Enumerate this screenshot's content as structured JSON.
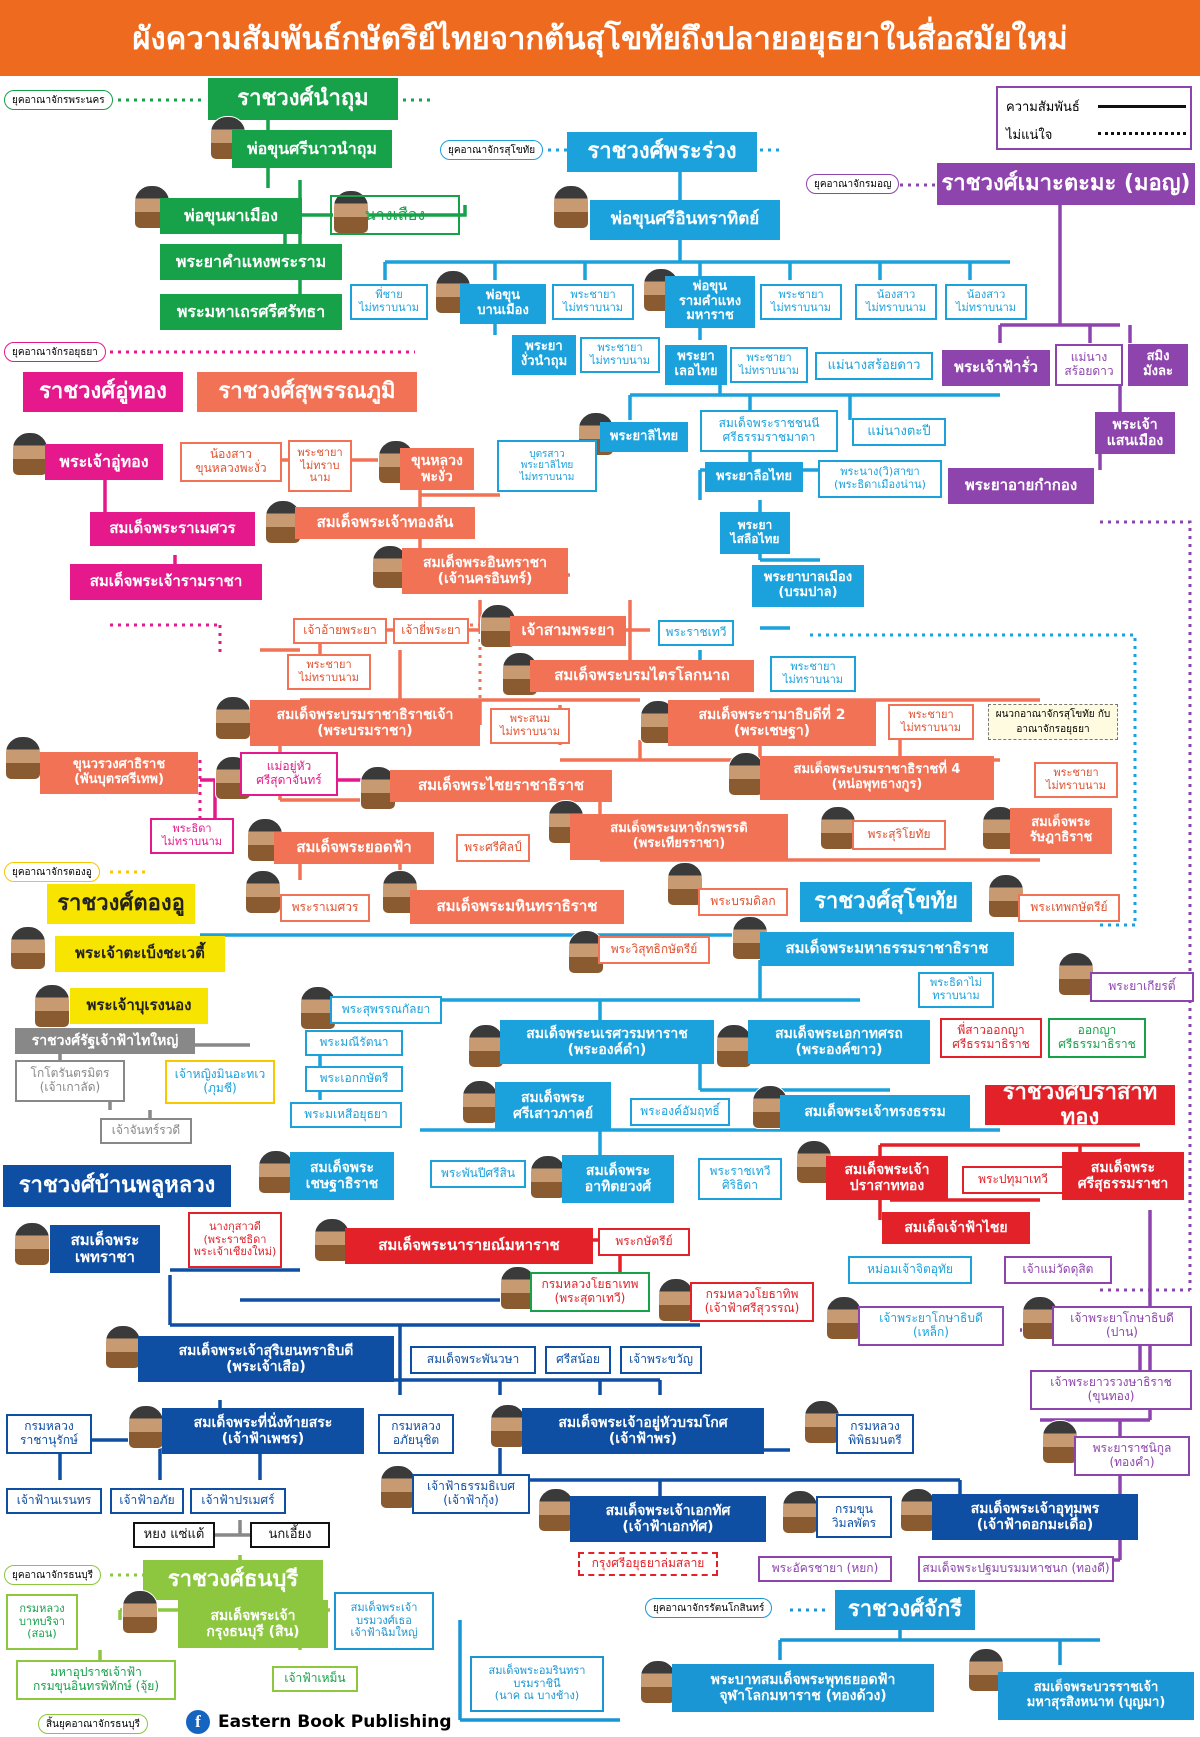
{
  "title": "ผังความสัมพันธ์กษัตริย์ไทยจากต้นสุโขทัยถึงปลายอยุธยาในสื่อสมัยใหม่",
  "legend": {
    "relation_label": "ความสัมพันธ์",
    "uncertain_label": "ไม่แน่ใจ"
  },
  "publisher": "Eastern Book Publishing",
  "publisher_icon": "facebook-icon",
  "colors": {
    "title_bg": "#ee6a1e",
    "naonamthom": "#17a24a",
    "phraruang": "#1ba1dc",
    "mon": "#8e44ad",
    "uthong": "#e6198c",
    "suphannaphum": "#f27255",
    "sukhothai": "#1ba1dc",
    "taungoo": "#f7e400",
    "prasatthong": "#e32129",
    "banphlu": "#0e4fa3",
    "thonburi": "#8dc63f",
    "chakri": "#1a96d4",
    "relative": "#888888"
  },
  "eras": {
    "phranakhon": "ยุคอาณาจักรพระนคร",
    "sukhothai": "ยุคอาณาจักรสุโขทัย",
    "mon": "ยุคอาณาจักรมอญ",
    "ayutthaya": "ยุคอาณาจักรอยุธยา",
    "taungoo": "ยุคอาณาจักรตองอู",
    "thonburi": "ยุคอาณาจักรธนบุรี",
    "rattanakosin": "ยุคอาณาจักรรัตนโกสินทร์",
    "thonburi_end": "สิ้นยุคอาณาจักรธนบุรี"
  },
  "dynasties": {
    "naonamthom": "ราชวงศ์นำถุม",
    "phraruang": "ราชวงศ์พระร่วง",
    "mon": "ราชวงศ์เมาะตะมะ (มอญ)",
    "uthong": "ราชวงศ์อู่ทอง",
    "suphannaphum": "ราชวงศ์สุพรรณภูมิ",
    "taungoo": "ราชวงศ์ตองอู",
    "sukhothai": "ราชวงศ์สุโขทัย",
    "chiang_mai": "ราชวงศ์รัฐเจ้าฟ้าไทใหญ่",
    "prasatthong": "ราชวงศ์ปราสาททอง",
    "banphlu": "ราชวงศ์บ้านพลูหลวง",
    "thonburi": "ราชวงศ์ธนบุรี",
    "chakri": "ราชวงศ์จักรี"
  },
  "people": {
    "pho_khun_si_nao": "พ่อขุนศรีนาวนำถุม",
    "pho_khun_pha_mueang": "พ่อขุนผาเมือง",
    "nang_sueang": "นางเสือง",
    "phaya_kham_haeng": "พระยาคำแหงพระราม",
    "phra_maha_thera": "พระมหาเถรศรีศรัทธา",
    "pho_khun_si_inthrathit": "พ่อขุนศรีอินทราทิตย์",
    "phi_chai": "พี่ชาย\nไม่ทราบนาม",
    "pho_khun_ban_mueang": "พ่อขุน\nบานเมือง",
    "phra_chaya_1": "พระชายา\nไม่ทราบนาม",
    "pho_khun_ramkhamhaeng": "พ่อขุน\nรามคำแหง\nมหาราช",
    "phra_chaya_2": "พระชายา\nไม่ทราบนาม",
    "nong_sao_1": "น้องสาว\nไม่ทราบนาม",
    "nong_sao_2": "น้องสาว\nไม่ทราบนาม",
    "phaya_ngua_nam_thum": "พระยา\nงั่วนำถุม",
    "phra_chaya_3": "พระชายา\nไม่ทราบนาม",
    "phaya_loethai": "พระยา\nเลอไทย",
    "phra_chaya_4": "พระชายา\nไม่ทราบนาม",
    "mae_nang_soi_dao": "แม่นางสร้อยดาว",
    "phra_chao_fa_rua": "พระเจ้าฟ้ารั่ว",
    "mae_nang_soi_dao_2": "แม่นาง\nสร้อยดาว",
    "saming_mang_la": "สมิง\nมังละ",
    "phra_chao_saen_mueang": "พระเจ้า\nแสนเมือง",
    "phraya_lithai": "พระยาลิไทย",
    "somdet_si_thamma": "สมเด็จพระราชชนนี\nศรีธรรมราชมาดา",
    "mae_nang_tapi": "แม่นางตะปี",
    "phraya_lue_thai": "พระยาลือไทย",
    "phra_nang_sakha": "พระนาง(วิ)สาขา\n(พระธิดาเมืองน่าน)",
    "phraya_ai_kamkong": "พระยาอายกำกอง",
    "phraya_sai_lue_thai": "พระยา\nไสลือไทย",
    "phraya_ban_mueang": "พระยาบาลเมือง\n(บรมปาล)",
    "phra_chao_uthong": "พระเจ้าอู่ทอง",
    "somdet_ramesuan": "สมเด็จพระราเมศวร",
    "somdet_ramracha": "สมเด็จพระเจ้ารามราชา",
    "nong_sao_khun_luang": "น้องสาว\nขุนหลวงพะงั่ว",
    "phra_chaya_5": "พระชายา\nไม่ทราบ\nนาม",
    "khun_luang_pha_ngua": "ขุนหลวง\nพะงั่ว",
    "but_sao_lithai": "บุตรสาว\nพระยาลิไทย\nไม่ทราบนาม",
    "somdet_thong_lan": "สมเด็จพระเจ้าทองลัน",
    "somdet_intharacha": "สมเด็จพระอินทราชา\n(เจ้านครอินทร์)",
    "chao_ai_phraya": "เจ้าอ้ายพระยา",
    "chao_yi_phraya": "เจ้ายี่พระยา",
    "chao_sam_phraya": "เจ้าสามพระยา",
    "phra_ratchathewi": "พระราชเทวี",
    "phra_chaya_6": "พระชายา\nไม่ทราบนาม",
    "somdet_trailokanat": "สมเด็จพระบรมไตรโลกนาถ",
    "phra_chaya_7": "พระชายา\nไม่ทราบนาม",
    "somdet_borommaracha_3": "สมเด็จพระบรมราชาธิราชเจ้า\n(พระบรมราชา)",
    "phra_sanom": "พระสนม\nไม่ทราบนาม",
    "somdet_ramathibodi_2": "สมเด็จพระรามาธิบดีที่ 2\n(พระเชษฐา)",
    "phra_chaya_8": "พระชายา\nไม่ทราบนาม",
    "note_merge": "ผนวกอาณาจักรสุโขทัย\nกับอาณาจักรอยุธยา",
    "khun_worawongsa": "ขุนวรวงศาธิราช\n(พันบุตรศรีเทพ)",
    "mae_yua_sri_sudachan": "แม่อยู่หัว\nศรีสุดาจันทร์",
    "somdet_chairacha": "สมเด็จพระไชยราชาธิราช",
    "somdet_borommaracha_4": "สมเด็จพระบรมราชาธิราชที่ 4\n(หน่อพุทธางกูร)",
    "phra_chaya_9": "พระชายา\nไม่ทราบนาม",
    "somdet_ratsada": "สมเด็จพระ\nรัษฎาธิราช",
    "phra_thida": "พระธิดา\nไม่ทราบนาม",
    "somdet_yot_fa": "สมเด็จพระยอดฟ้า",
    "phra_si_sin": "พระศรีศิลป์",
    "somdet_chakkraphat": "สมเด็จพระมหาจักรพรรดิ\n(พระเทียรราชา)",
    "phra_suriyothai": "พระสุริโยทัย",
    "phra_ramesuan": "พระราเมศวร",
    "somdet_mahinthrathirat": "สมเด็จพระมหินทราธิราช",
    "phra_borom_dilok": "พระบรมดิลก",
    "phra_thep_kasattri": "พระเทพกษัตรีย์",
    "phra_wisut_kasattri": "พระวิสุทธิกษัตรีย์",
    "somdet_maha_thammaracha": "สมเด็จพระมหาธรรมราชาธิราช",
    "phra_chao_bayinnaung_1": "พระเจ้าตะเบ็งชะเวตี้",
    "phra_chao_bayinnaung": "พระเจ้าบุเรงนอง",
    "phra_suphankanlaya": "พระสุพรรณกัลยา",
    "phra_thida_2": "พระธิดาไม่\nทราบนาม",
    "phraya_kiat": "พระยาเกียรติ์",
    "phra_mani_rattana": "พระมณีรัตนา",
    "phra_ek_kasattri": "พระเอกกษัตรี",
    "phra_mahesi": "พระมเหสีอยุธยา",
    "somdet_naresuan": "สมเด็จพระนเรศวรมหาราช\n(พระองค์ดำ)",
    "somdet_ekathotsarot": "สมเด็จพระเอกาทศรถ\n(พระองค์ขาว)",
    "phi_sao_okya": "พี่สาวออกญา\nศรีธรรมาธิราช",
    "okya_si_thamma": "ออกญา\nศรีธรรมาธิราช",
    "khotorn_tamit": "โกโตรันตรมิตร\n(เจ้าเกาลัด)",
    "chao_ying_min": "เจ้าหญิงมินอะทเว\n(ภุมชี)",
    "chao_chan_ruadi": "เจ้าจันทร์รวดี",
    "somdet_si_saowaphak": "สมเด็จพระ\nศรีเสาวภาคย์",
    "phra_ong_kham": "พระองค์อัมฤทธิ์",
    "somdet_song_tham": "สมเด็จพระเจ้าทรงธรรม",
    "somdet_chettha": "สมเด็จพระ\nเชษฐาธิราช",
    "phra_phan_pi_si_sin": "พระพันปีศรีสิน",
    "somdet_athittayawong": "สมเด็จพระ\nอาทิตยวงศ์",
    "phra_ratchathewi_2": "พระราชเทวี\nศิริธิดา",
    "somdet_prasat_thong": "สมเด็จพระเจ้า\nปราสาททอง",
    "phra_pathumma": "พระปทุมาเทวี",
    "somdet_si_suthamma": "สมเด็จพระ\nศรีสุธรรมราชา",
    "somdet_chao_fa_chai": "สมเด็จเจ้าฟ้าไชย",
    "somdet_phetracha": "สมเด็จพระ\nเพทราชา",
    "nang_kusawadi": "นางกุสาวดี\n(พระราชธิดา\nพระเจ้าเชียงใหม่)",
    "somdet_narai": "สมเด็จพระนารายณ์มหาราช",
    "phra_kasattri": "พระกษัตรีย์",
    "krom_luang_yothathep": "กรมหลวงโยธาเทพ\n(พระสุดาเทวี)",
    "krom_luang_yothathip": "กรมหลวงโยธาทิพ\n(เจ้าฟ้าศรีสุวรรณ)",
    "mom_chao_chit": "หม่อมเจ้าจิตอุทัย",
    "chao_mae_wat": "เจ้าแม่วัดดุสิต",
    "chaophraya_kosa_lek": "เจ้าพระยาโกษาธิบดี\n(เหล็ก)",
    "chaophraya_kosa_pan": "เจ้าพระยาโกษาธิบดี\n(ปาน)",
    "somdet_suriyenthrathibodi": "สมเด็จพระเจ้าสุริเยนทราธิบดี\n(พระเจ้าเสือ)",
    "somdet_phanwasa": "สมเด็จพระพันวษา",
    "si_noi": "ศรีสน้อย",
    "chao_phra_khwan": "เจ้าพระขวัญ",
    "chaophraya_ratchawongsa": "เจ้าพระยาวรวงษาธิราช\n(ขุนทอง)",
    "krom_luang_ratchanurak": "กรมหลวง\nราชานุรักษ์",
    "somdet_thai_sa": "สมเด็จพระที่นั่งท้ายสระ\n(เจ้าฟ้าเพชร)",
    "krom_luang_aphai": "กรมหลวง\nอภัยนุชิต",
    "somdet_borommakot": "สมเด็จพระเจ้าอยู่หัวบรมโกศ\n(เจ้าฟ้าพร)",
    "krom_luang_phiphit": "กรมหลวง\nพิพิธมนตรี",
    "phraya_ratchanikul": "พระยาราชนิกูล\n(ทองคำ)",
    "chao_fa_narenthon": "เจ้าฟ้านเรนทร",
    "chao_fa_aphai": "เจ้าฟ้าอภัย",
    "chao_fa_porames": "เจ้าฟ้าปรเมศร์",
    "chao_fa_thammathibet": "เจ้าฟ้าธรรมธิเบศ\n(เจ้าฟ้ากุ้ง)",
    "somdet_ekkathat": "สมเด็จพระเจ้าเอกทัศ\n(เจ้าฟ้าเอกทัศ)",
    "krom_khun_wimon": "กรมขุน\nวิมลพัตร",
    "somdet_uthumphon": "สมเด็จพระเจ้าอุทุมพร\n(เจ้าฟ้าดอกมะเดื่อ)",
    "krung_si_fall": "กรุงศรีอยุธยาล่มสลาย",
    "yong_saetae": "หยง แซ่แต้",
    "nok_iang": "นกเอี้ยง",
    "phra_akkharachaya": "พระอัครชายา (หยก)",
    "somdet_pathom": "สมเด็จพระปฐมบรมมหาชนก (ทองดี)",
    "krom_luang_bat": "กรมหลวง\nบาทบริจา\n(สอน)",
    "somdet_taksin": "สมเด็จพระเจ้า\nกรุงธนบุรี (สิน)",
    "somdet_chim_yai": "สมเด็จพระเจ้า\nบรมวงศ์เธอ\nเจ้าฟ้าฉิมใหญ่",
    "maha_upparat": "มหาอุปราชเจ้าฟ้า\nกรมขุนอินทรพิทักษ์ (จุ้ย)",
    "chao_fa_men": "เจ้าฟ้าเหม็น",
    "somdet_amarinthra": "สมเด็จพระอมรินทรา\nบรมราชินี\n(นาค ณ บางช้าง)",
    "rama_1": "พระบาทสมเด็จพระพุทธยอดฟ้า\nจุฬาโลกมหาราช (ทองด้วง)",
    "wang_na_bunma": "สมเด็จพระบวรราชเจ้า\nมหาสุรสิงหนาท (บุญมา)"
  }
}
